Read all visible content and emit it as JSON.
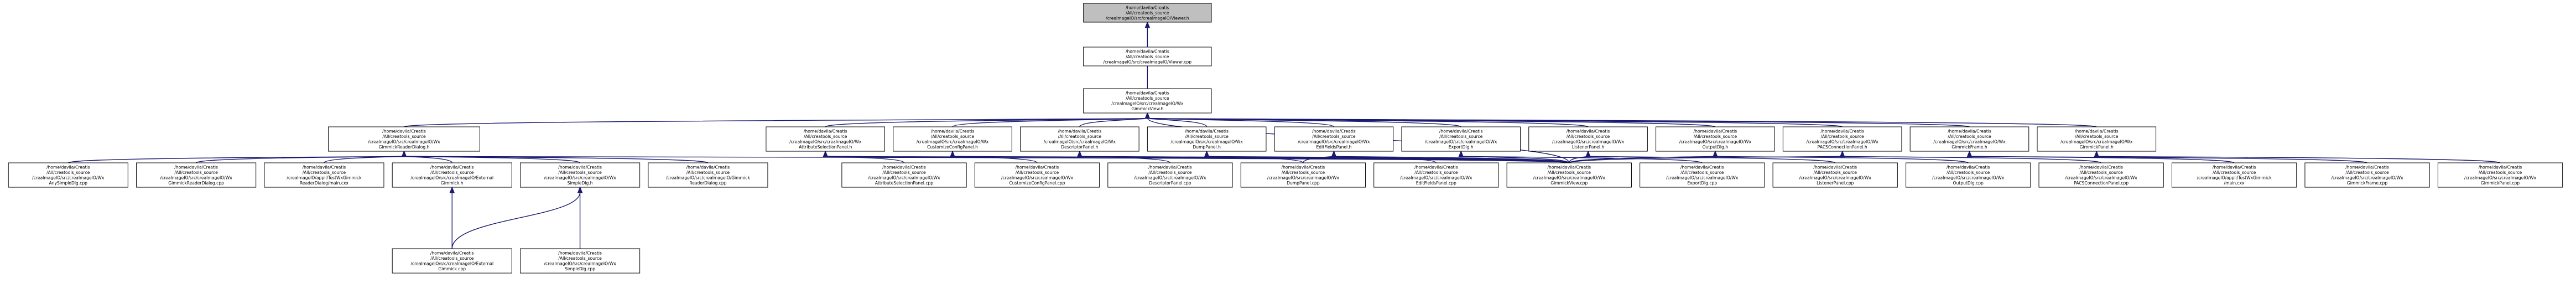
{
  "nodes": [
    {
      "id": "root",
      "lines": [
        "/home/davila/Creatis",
        "/All/creatools_source",
        "/creaImageIO/src/creaImageIO/Viewer.h"
      ]
    },
    {
      "id": "viewer_cpp",
      "lines": [
        "/home/davila/Creatis",
        "/All/creatools_source",
        "/creaImageIO/src/creaImageIO/Viewer.cpp"
      ]
    },
    {
      "id": "gimmick_view_h",
      "lines": [
        "/home/davila/Creatis",
        "/All/creatools_source",
        "/creaImageIO/src/creaImageIO/Wx",
        "GimmickView.h"
      ]
    },
    {
      "id": "reader_dialog_h",
      "lines": [
        "/home/davila/Creatis",
        "/All/creatools_source",
        "/creaImageIO/src/creaImageIO/Wx",
        "GimmickReaderDialog.h"
      ]
    },
    {
      "id": "attr_sel_h",
      "lines": [
        "/home/davila/Creatis",
        "/All/creatools_source",
        "/creaImageIO/src/creaImageIO/Wx",
        "AttributeSelectionPanel.h"
      ]
    },
    {
      "id": "cust_cfg_h",
      "lines": [
        "/home/davila/Creatis",
        "/All/creatools_source",
        "/creaImageIO/src/creaImageIO/Wx",
        "CustomizeConfigPanel.h"
      ]
    },
    {
      "id": "descr_h",
      "lines": [
        "/home/davila/Creatis",
        "/All/creatools_source",
        "/creaImageIO/src/creaImageIO/Wx",
        "DescriptorPanel.h"
      ]
    },
    {
      "id": "dump_h",
      "lines": [
        "/home/davila/Creatis",
        "/All/creatools_source",
        "/creaImageIO/src/creaImageIO/Wx",
        "DumpPanel.h"
      ]
    },
    {
      "id": "edit_h",
      "lines": [
        "/home/davila/Creatis",
        "/All/creatools_source",
        "/creaImageIO/src/creaImageIO/Wx",
        "EditFieldsPanel.h"
      ]
    },
    {
      "id": "export_h",
      "lines": [
        "/home/davila/Creatis",
        "/All/creatools_source",
        "/creaImageIO/src/creaImageIO/Wx",
        "ExportDlg.h"
      ]
    },
    {
      "id": "listener_h",
      "lines": [
        "/home/davila/Creatis",
        "/All/creatools_source",
        "/creaImageIO/src/creaImageIO/Wx",
        "ListenerPanel.h"
      ]
    },
    {
      "id": "output_h",
      "lines": [
        "/home/davila/Creatis",
        "/All/creatools_source",
        "/creaImageIO/src/creaImageIO/Wx",
        "OutputDlg.h"
      ]
    },
    {
      "id": "pacs_h",
      "lines": [
        "/home/davila/Creatis",
        "/All/creatools_source",
        "/creaImageIO/src/creaImageIO/Wx",
        "PACSConnectionPanel.h"
      ]
    },
    {
      "id": "frame_h",
      "lines": [
        "/home/davila/Creatis",
        "/All/creatools_source",
        "/creaImageIO/src/creaImageIO/Wx",
        "GimmickFrame.h"
      ]
    },
    {
      "id": "gpanel_h",
      "lines": [
        "/home/davila/Creatis",
        "/All/creatools_source",
        "/creaImageIO/src/creaImageIO/Wx",
        "GimmickPanel.h"
      ]
    },
    {
      "id": "any_cpp",
      "lines": [
        "/home/davila/Creatis",
        "/All/creatools_source",
        "/creaImageIO/src/creaImageIO/Wx",
        "AnySimpleDlg.cpp"
      ]
    },
    {
      "id": "reader_dialog_cpp",
      "lines": [
        "/home/davila/Creatis",
        "/All/creatools_source",
        "/creaImageIO/src/creaImageIO/Wx",
        "GimmickReaderDialog.cpp"
      ]
    },
    {
      "id": "main_cxx",
      "lines": [
        "/home/davila/Creatis",
        "/All/creatools_source",
        "/creaImageIO/appli/TestWxGimmick",
        "ReaderDialog/main.cxx"
      ]
    },
    {
      "id": "ext_h",
      "lines": [
        "/home/davila/Creatis",
        "/All/creatools_source",
        "/creaImageIO/src/creaImageIO/External",
        "Gimmick.h"
      ]
    },
    {
      "id": "simple_h",
      "lines": [
        "/home/davila/Creatis",
        "/All/creatools_source",
        "/creaImageIO/src/creaImageIO/Wx",
        "SimpleDlg.h"
      ]
    },
    {
      "id": "reader_dialog_cpp2",
      "lines": [
        "/home/davila/Creatis",
        "/All/creatools_source",
        "/creaImageIO/src/creaImageIO/Gimmick",
        "ReaderDialog.cpp"
      ]
    },
    {
      "id": "ext_cpp",
      "lines": [
        "/home/davila/Creatis",
        "/All/creatools_source",
        "/creaImageIO/src/creaImageIO/External",
        "Gimmick.cpp"
      ]
    },
    {
      "id": "simple_cpp",
      "lines": [
        "/home/davila/Creatis",
        "/All/creatools_source",
        "/creaImageIO/src/creaImageIO/Wx",
        "SimpleDlg.cpp"
      ]
    },
    {
      "id": "attr_sel_cpp",
      "lines": [
        "/home/davila/Creatis",
        "/All/creatools_source",
        "/creaImageIO/src/creaImageIO/Wx",
        "AttributeSelectionPanel.cpp"
      ]
    },
    {
      "id": "cust_cfg_cpp",
      "lines": [
        "/home/davila/Creatis",
        "/All/creatools_source",
        "/creaImageIO/src/creaImageIO/Wx",
        "CustomizeConfigPanel.cpp"
      ]
    },
    {
      "id": "descr_cpp",
      "lines": [
        "/home/davila/Creatis",
        "/All/creatools_source",
        "/creaImageIO/src/creaImageIO/Wx",
        "DescriptorPanel.cpp"
      ]
    },
    {
      "id": "dump_cpp",
      "lines": [
        "/home/davila/Creatis",
        "/All/creatools_source",
        "/creaImageIO/src/creaImageIO/Wx",
        "DumpPanel.cpp"
      ]
    },
    {
      "id": "edit_cpp",
      "lines": [
        "/home/davila/Creatis",
        "/All/creatools_source",
        "/creaImageIO/src/creaImageIO/Wx",
        "EditFieldsPanel.cpp"
      ]
    },
    {
      "id": "gview_cpp",
      "lines": [
        "/home/davila/Creatis",
        "/All/creatools_source",
        "/creaImageIO/src/creaImageIO/Wx",
        "GimmickView.cpp"
      ]
    },
    {
      "id": "export_cpp",
      "lines": [
        "/home/davila/Creatis",
        "/All/creatools_source",
        "/creaImageIO/src/creaImageIO/Wx",
        "ExportDlg.cpp"
      ]
    },
    {
      "id": "listener_cpp",
      "lines": [
        "/home/davila/Creatis",
        "/All/creatools_source",
        "/creaImageIO/src/creaImageIO/Wx",
        "ListenerPanel.cpp"
      ]
    },
    {
      "id": "output_cpp",
      "lines": [
        "/home/davila/Creatis",
        "/All/creatools_source",
        "/creaImageIO/src/creaImageIO/Wx",
        "OutputDlg.cpp"
      ]
    },
    {
      "id": "pacs_cpp",
      "lines": [
        "/home/davila/Creatis",
        "/All/creatools_source",
        "/creaImageIO/src/creaImageIO/Wx",
        "PACSConnectionPanel.cpp"
      ]
    },
    {
      "id": "main2_cxx",
      "lines": [
        "/home/davila/Creatis",
        "/All/creatools_source",
        "/creaImageIO/appli/TestWxGimmick",
        "/main.cxx"
      ]
    },
    {
      "id": "frame_cpp",
      "lines": [
        "/home/davila/Creatis",
        "/All/creatools_source",
        "/creaImageIO/src/creaImageIO/Wx",
        "GimmickFrame.cpp"
      ]
    },
    {
      "id": "gpanel_cpp",
      "lines": [
        "/home/davila/Creatis",
        "/All/creatools_source",
        "/creaImageIO/src/creaImageIO/Wx",
        "GimmickPanel.cpp"
      ]
    }
  ],
  "edges": [
    [
      "viewer_cpp",
      "root"
    ],
    [
      "gimmick_view_h",
      "root"
    ],
    [
      "reader_dialog_h",
      "gimmick_view_h"
    ],
    [
      "attr_sel_h",
      "gimmick_view_h"
    ],
    [
      "cust_cfg_h",
      "gimmick_view_h"
    ],
    [
      "descr_h",
      "gimmick_view_h"
    ],
    [
      "dump_h",
      "gimmick_view_h"
    ],
    [
      "edit_h",
      "gimmick_view_h"
    ],
    [
      "export_h",
      "gimmick_view_h"
    ],
    [
      "listener_h",
      "gimmick_view_h"
    ],
    [
      "output_h",
      "gimmick_view_h"
    ],
    [
      "pacs_h",
      "gimmick_view_h"
    ],
    [
      "frame_h",
      "gimmick_view_h"
    ],
    [
      "gpanel_h",
      "gimmick_view_h"
    ],
    [
      "gview_cpp",
      "gimmick_view_h"
    ],
    [
      "any_cpp",
      "reader_dialog_h"
    ],
    [
      "reader_dialog_cpp",
      "reader_dialog_h"
    ],
    [
      "main_cxx",
      "reader_dialog_h"
    ],
    [
      "ext_h",
      "reader_dialog_h"
    ],
    [
      "simple_h",
      "reader_dialog_h"
    ],
    [
      "reader_dialog_cpp2",
      "reader_dialog_h"
    ],
    [
      "gview_cpp",
      "reader_dialog_h"
    ],
    [
      "ext_cpp",
      "ext_h"
    ],
    [
      "ext_cpp",
      "simple_h"
    ],
    [
      "simple_cpp",
      "simple_h"
    ],
    [
      "attr_sel_cpp",
      "attr_sel_h"
    ],
    [
      "gview_cpp",
      "attr_sel_h"
    ],
    [
      "cust_cfg_cpp",
      "cust_cfg_h"
    ],
    [
      "gview_cpp",
      "cust_cfg_h"
    ],
    [
      "descr_cpp",
      "descr_h"
    ],
    [
      "gview_cpp",
      "descr_h"
    ],
    [
      "dump_cpp",
      "dump_h"
    ],
    [
      "gview_cpp",
      "dump_h"
    ],
    [
      "edit_cpp",
      "edit_h"
    ],
    [
      "dump_cpp",
      "edit_h"
    ],
    [
      "gview_cpp",
      "edit_h"
    ],
    [
      "export_cpp",
      "export_h"
    ],
    [
      "gview_cpp",
      "export_h"
    ],
    [
      "listener_cpp",
      "listener_h"
    ],
    [
      "gview_cpp",
      "listener_h"
    ],
    [
      "output_cpp",
      "output_h"
    ],
    [
      "gview_cpp",
      "output_h"
    ],
    [
      "pacs_cpp",
      "pacs_h"
    ],
    [
      "gview_cpp",
      "pacs_h"
    ],
    [
      "main2_cxx",
      "frame_h"
    ],
    [
      "frame_cpp",
      "frame_h"
    ],
    [
      "gpanel_cpp",
      "gpanel_h"
    ]
  ]
}
